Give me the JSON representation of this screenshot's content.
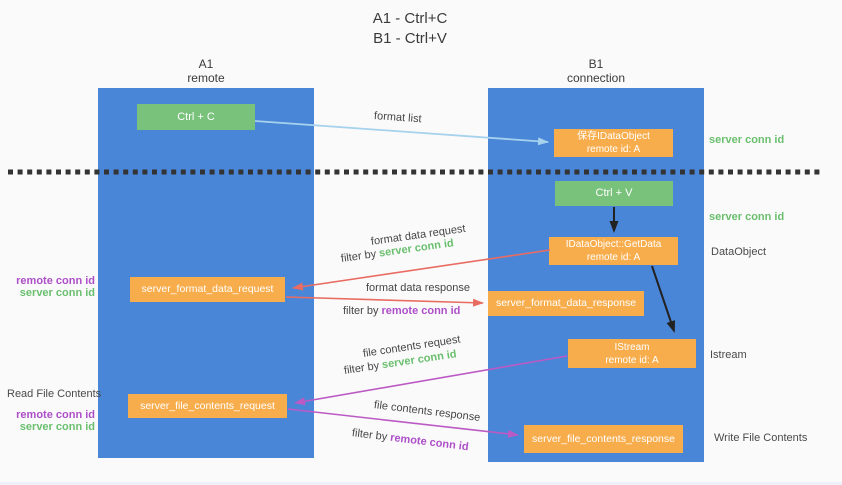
{
  "title": {
    "line1": "A1 - Ctrl+C",
    "line2": "B1 - Ctrl+V"
  },
  "lifelines": {
    "a1": {
      "title": "A1",
      "subtitle": "remote"
    },
    "b1": {
      "title": "B1",
      "subtitle": "connection"
    }
  },
  "nodes": {
    "ctrl_c": {
      "label": "Ctrl + C"
    },
    "ctrl_v": {
      "label": "Ctrl + V"
    },
    "save_idataobject": {
      "line1": "保存IDataObject",
      "line2": "remote id: A"
    },
    "idataobject_getdata": {
      "line1": "IDataObject::GetData",
      "line2": "remote id: A"
    },
    "istream": {
      "line1": "IStream",
      "line2": "remote id: A"
    },
    "server_format_data_request": {
      "label": "server_format_data_request"
    },
    "server_format_data_response": {
      "label": "server_format_data_response"
    },
    "server_file_contents_request": {
      "label": "server_file_contents_request"
    },
    "server_file_contents_response": {
      "label": "server_file_contents_response"
    }
  },
  "arrow_labels": {
    "format_list": "format list",
    "format_data_request": "format data request",
    "format_data_response": "format data response",
    "file_contents_request": "file contents request",
    "file_contents_response": "file contents response",
    "filter_by": "filter by ",
    "server_conn_id": "server conn id",
    "remote_conn_id": "remote conn id"
  },
  "side_labels": {
    "right_server_conn_top": "server conn id",
    "right_server_conn_mid": "server conn id",
    "dataobject": "DataObject",
    "istream": "Istream",
    "write_file_contents": "Write File Contents",
    "read_file_contents": "Read File Contents",
    "left_format_remote": "remote conn id",
    "left_format_server": "server conn id",
    "left_file_remote": "remote conn id",
    "left_file_server": "server conn id"
  },
  "colors": {
    "lifeline_blue": "#4a86d8",
    "node_green": "#79c27b",
    "node_orange": "#f8ad4d",
    "green_text": "#6abf6e",
    "purple_text": "#ad4fc9",
    "arrow_red": "#e96c62",
    "arrow_magenta": "#bb5ac4",
    "arrow_lightblue": "#a6d2ee",
    "arrow_black": "#222222",
    "separator": "#333333"
  }
}
